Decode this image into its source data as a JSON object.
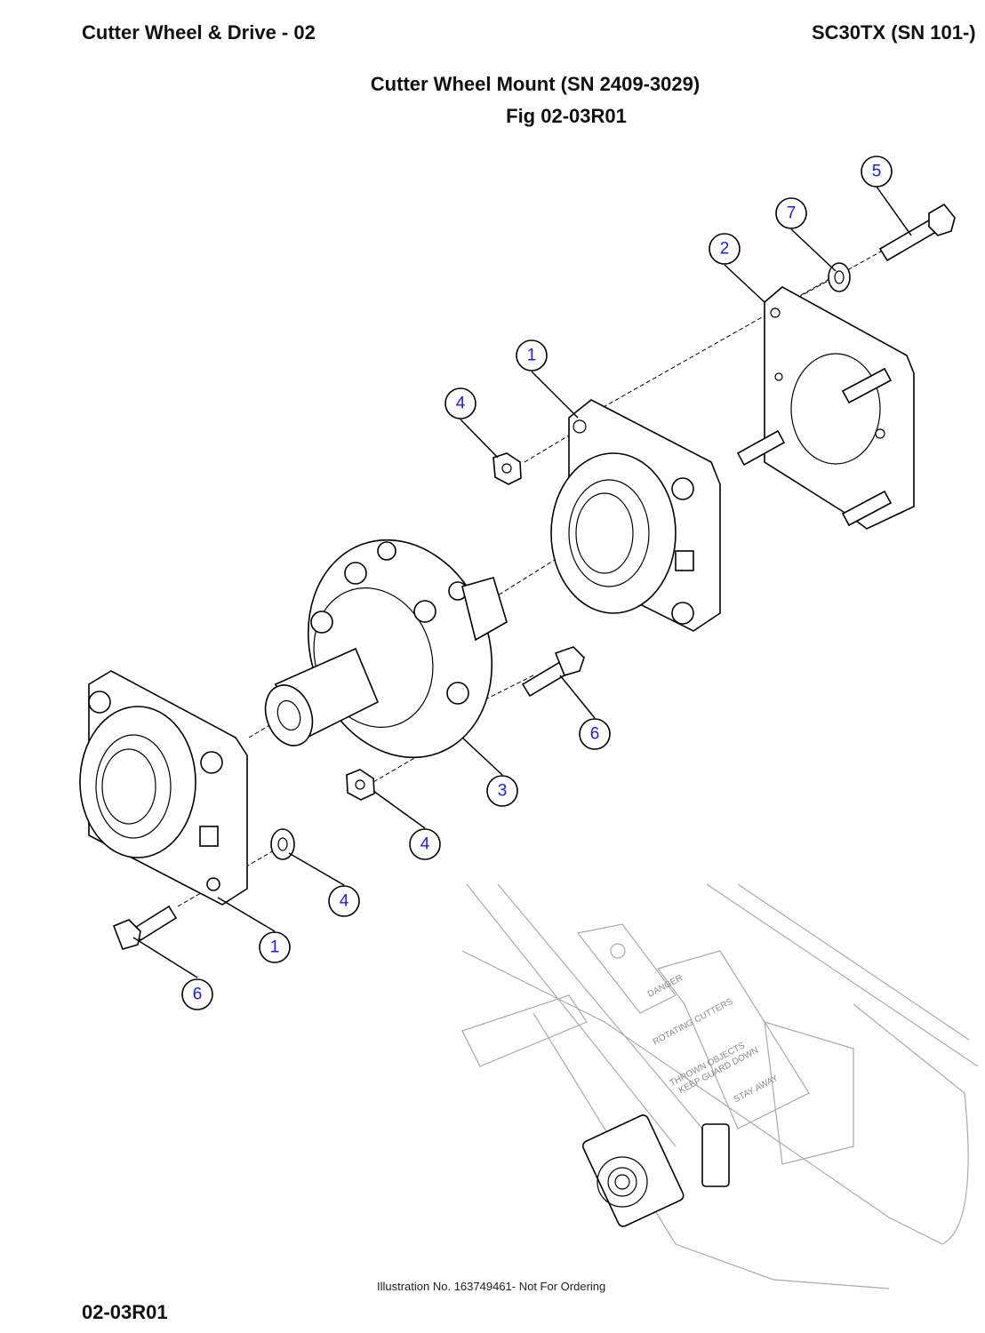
{
  "header": {
    "section": "Cutter Wheel & Drive - 02",
    "model": "SC30TX (SN 101-)"
  },
  "figure": {
    "title": "Cutter Wheel Mount  (SN 2409-3029)",
    "fig_label": "Fig    02-03R01"
  },
  "callouts": [
    "5",
    "7",
    "2",
    "1",
    "4",
    "6",
    "3",
    "4",
    "4",
    "1",
    "6"
  ],
  "decal": {
    "danger": "DANGER",
    "line1": "ROTATING CUTTERS",
    "line2": "THROWN OBJECTS",
    "line3": "KEEP GUARD DOWN",
    "line4": "STAY AWAY"
  },
  "footer": {
    "illustration_note": "Illustration No. 163749461- Not For Ordering",
    "code": "02-03R01"
  }
}
